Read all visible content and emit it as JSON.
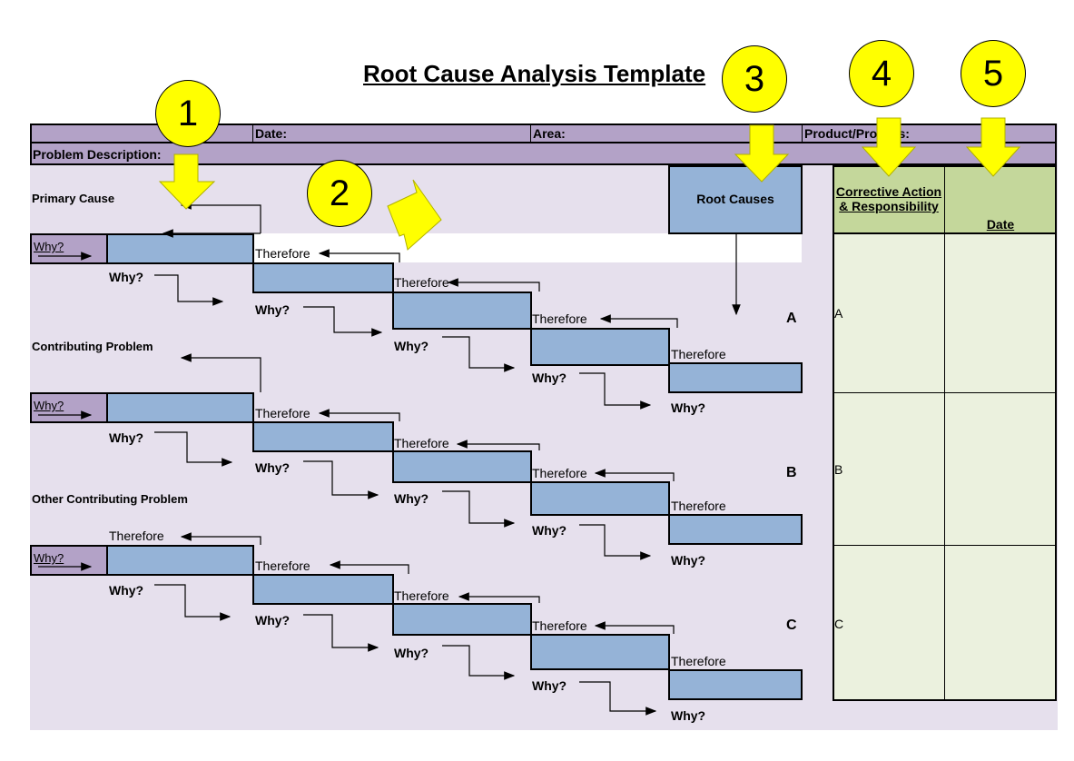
{
  "title": "Root Cause Analysis Template",
  "header": {
    "date_label": "Date:",
    "area_label": "Area:",
    "product_label": "Product/Process:",
    "problem_label": "Problem Description:"
  },
  "sections": {
    "primary": "Primary Cause",
    "contributing": "Contributing Problem",
    "other": "Other Contributing Problem"
  },
  "root_causes_label": "Root Causes",
  "labels": {
    "why": "Why?",
    "therefore": "Therefore"
  },
  "groups": [
    "A",
    "B",
    "C"
  ],
  "corrective": {
    "col1": "Corrective Action & Responsibility",
    "col2": "Date"
  },
  "callouts": [
    "1",
    "2",
    "3",
    "4",
    "5"
  ],
  "colors": {
    "callout": "#ffff00",
    "header_purple": "#b3a2c7",
    "box_blue": "#95b3d7",
    "table_green": "#c4d79b",
    "table_light": "#ebf1de",
    "sheet": "#e6e0ed"
  }
}
